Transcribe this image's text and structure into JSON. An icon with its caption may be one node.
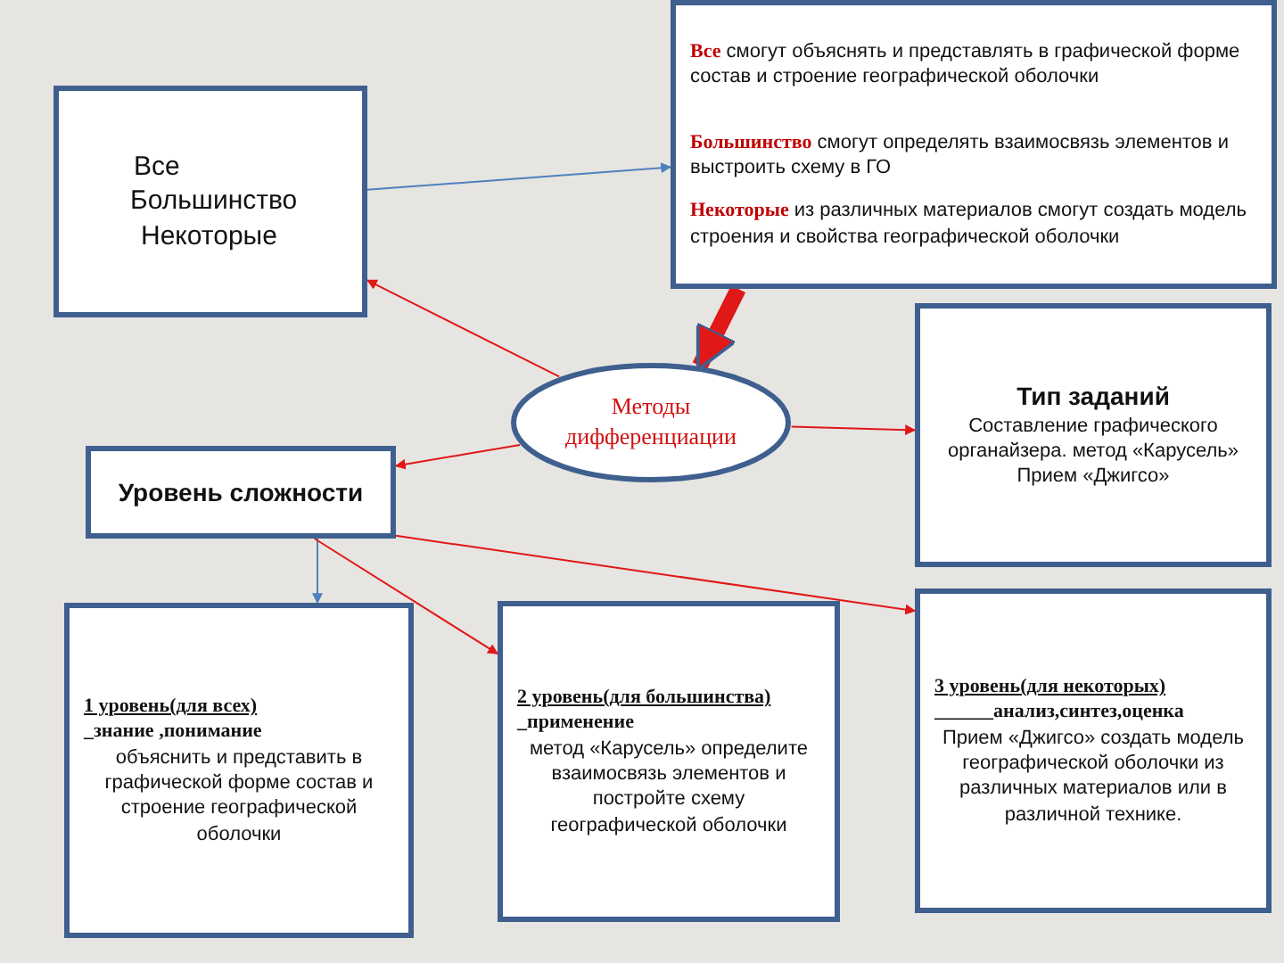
{
  "diagram": {
    "nodes": [
      {
        "text": [
          "Все",
          "Большинство",
          "Некоторые"
        ]
      },
      {
        "text": [
          "**Все** смогут объяснять и представлять в графической форме состав и строение географической оболочки",
          "**Большинство** смогут определять взаимосвязь элементов и выстроить схему  в ГО",
          "**Некоторые** из различных материалов смогут создать модель строения и свойства географической оболочки"
        ]
      },
      {
        "text": [
          "Методы дифференциации"
        ]
      },
      {
        "text": [
          "Тип заданий",
          "Составление графического органайзера. метод «Карусель» Прием «Джигсо»"
        ]
      },
      {
        "text": [
          "Уровень сложности"
        ]
      },
      {
        "text": [
          "1 уровень(для всех)",
          "_знание ,понимание",
          "объяснить и представить в графической форме состав и строение географической оболочки"
        ]
      },
      {
        "text": [
          "2 уровень(для большинства)",
          "_применение",
          "метод «Карусель» определите взаимосвязь элементов  и постройте схему географической оболочки"
        ]
      },
      {
        "text": [
          "3 уровень(для некоторых)",
          "______анализ,синтез,оценка",
          "Прием «Джигсо» создать модель географической оболочки из различных материалов или в различной технике."
        ]
      }
    ],
    "edges": [
      {
        "from": 0,
        "to": 1,
        "arrow": "to",
        "color": "#4f81bd"
      },
      {
        "from": 1,
        "to": 2,
        "arrow": "to",
        "style": "thick"
      },
      {
        "from": 2,
        "to": 0,
        "arrow": "to"
      },
      {
        "from": 2,
        "to": 4,
        "arrow": "to"
      },
      {
        "from": 2,
        "to": 3,
        "arrow": "to"
      },
      {
        "from": 4,
        "to": 5,
        "arrow": "to",
        "color": "#4f81bd"
      },
      {
        "from": 4,
        "to": 6,
        "arrow": "to"
      },
      {
        "from": 4,
        "to": 7,
        "arrow": "to"
      }
    ]
  }
}
